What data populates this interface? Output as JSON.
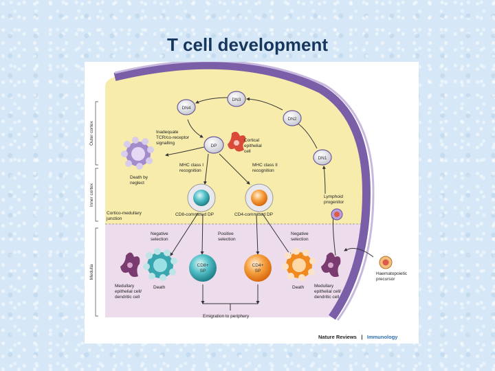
{
  "slide": {
    "title": "T cell development"
  },
  "zones": {
    "outer_cortex": "Outer cortex",
    "inner_cortex": "Inner cortex",
    "medulla": "Medulla"
  },
  "cells": {
    "dn1": "DN1",
    "dn2": "DN2",
    "dn3": "DN3",
    "dn4": "DN4",
    "dp": "DP",
    "cd8_sp": [
      "CD8+",
      "SP"
    ],
    "cd4_sp": [
      "CD4+",
      "SP"
    ]
  },
  "labels": {
    "inadequate": [
      "Inadequate",
      "TCR/co-receptor",
      "signalling"
    ],
    "cortical_epithelial": [
      "Cortical",
      "epithelial",
      "cell"
    ],
    "death_by_neglect": [
      "Death by",
      "neglect"
    ],
    "mhc1": [
      "MHC class I",
      "recognition"
    ],
    "mhc2": [
      "MHC class II",
      "recognition"
    ],
    "lymphoid_progenitor": [
      "Lymphoid",
      "progenitor"
    ],
    "cd8_committed": "CD8-committed DP",
    "cd4_committed": "CD4-committed DP",
    "cortico_medullary": [
      "Cortico-medullary",
      "junction"
    ],
    "negative_selection_left": [
      "Negative",
      "selection"
    ],
    "positive_selection": [
      "Positive",
      "selection"
    ],
    "negative_selection_right": [
      "Negative",
      "selection"
    ],
    "haematopoietic": [
      "Haematopoietic",
      "precursor"
    ],
    "medullary_left": [
      "Medullary",
      "epithelial cell/",
      "dendritic cell"
    ],
    "death_left": "Death",
    "death_right": "Death",
    "medullary_right": [
      "Medullary",
      "epithelial cell/",
      "dendritic cell"
    ],
    "emigration": "Emigration to periphery"
  },
  "credit": {
    "journal": "Nature Reviews",
    "separator": "|",
    "section": "Immunology"
  },
  "colors": {
    "cortex": "#f7ecac",
    "medulla": "#ecdcec",
    "capsule": "#7b5ea8",
    "dn_cell": "#efefef",
    "dp_cell": "#e6e6ec",
    "teal": "#3aa6b0",
    "orange": "#f08a1e",
    "epithelial": "#d94a3a",
    "dendritic": "#7a3b70",
    "dying": "#a48ccc"
  }
}
